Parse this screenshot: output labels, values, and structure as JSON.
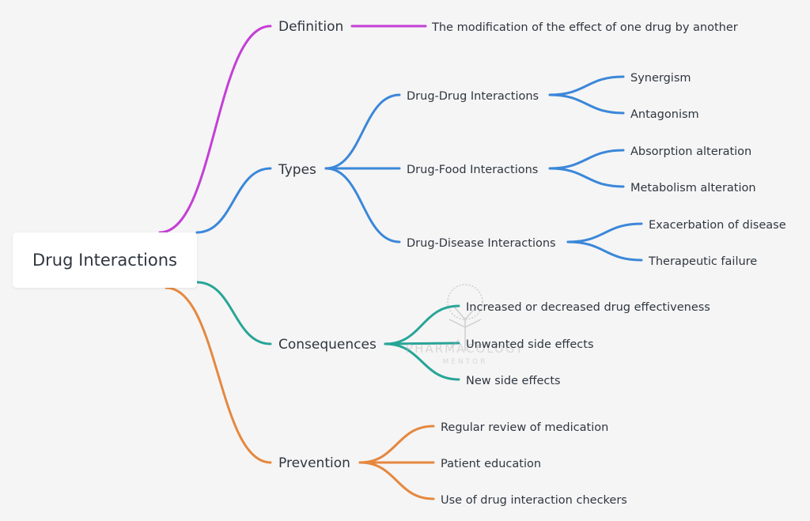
{
  "root": {
    "label": "Drug Interactions"
  },
  "colors": {
    "definition": "#c43fd6",
    "types": "#3b87d9",
    "consequences": "#27a597",
    "prevention": "#e5883f",
    "text": "#2f3640",
    "background": "#f5f5f5"
  },
  "branches": [
    {
      "label": "Definition",
      "color_key": "definition",
      "children": [
        {
          "label": "The modification of the effect of one drug by another"
        }
      ]
    },
    {
      "label": "Types",
      "color_key": "types",
      "children": [
        {
          "label": "Drug-Drug Interactions",
          "children": [
            {
              "label": "Synergism"
            },
            {
              "label": "Antagonism"
            }
          ]
        },
        {
          "label": "Drug-Food Interactions",
          "children": [
            {
              "label": "Absorption alteration"
            },
            {
              "label": "Metabolism alteration"
            }
          ]
        },
        {
          "label": "Drug-Disease Interactions",
          "children": [
            {
              "label": "Exacerbation of disease"
            },
            {
              "label": "Therapeutic failure"
            }
          ]
        }
      ]
    },
    {
      "label": "Consequences",
      "color_key": "consequences",
      "children": [
        {
          "label": "Increased or decreased drug effectiveness"
        },
        {
          "label": "Unwanted side effects"
        },
        {
          "label": "New side effects"
        }
      ]
    },
    {
      "label": "Prevention",
      "color_key": "prevention",
      "children": [
        {
          "label": "Regular review of medication"
        },
        {
          "label": "Patient education"
        },
        {
          "label": "Use of drug interaction checkers"
        }
      ]
    }
  ],
  "watermark": {
    "line1": "PHARMACOLOGY",
    "line2": "MENTOR",
    "icon": "tree-icon"
  }
}
